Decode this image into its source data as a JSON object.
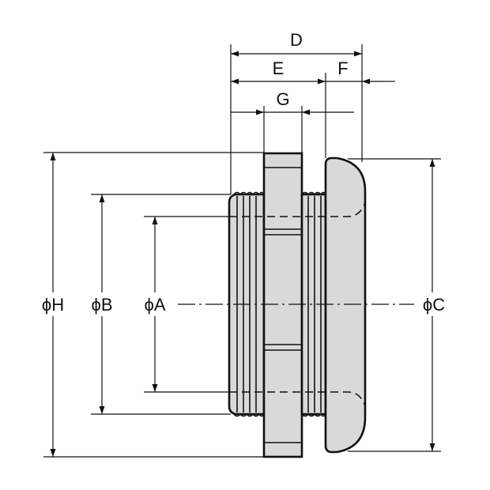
{
  "labels": {
    "D": "D",
    "E": "E",
    "F": "F",
    "G": "G",
    "phiH": "ϕH",
    "phiB": "ϕB",
    "phiA": "ϕA",
    "phiC": "ϕC"
  }
}
